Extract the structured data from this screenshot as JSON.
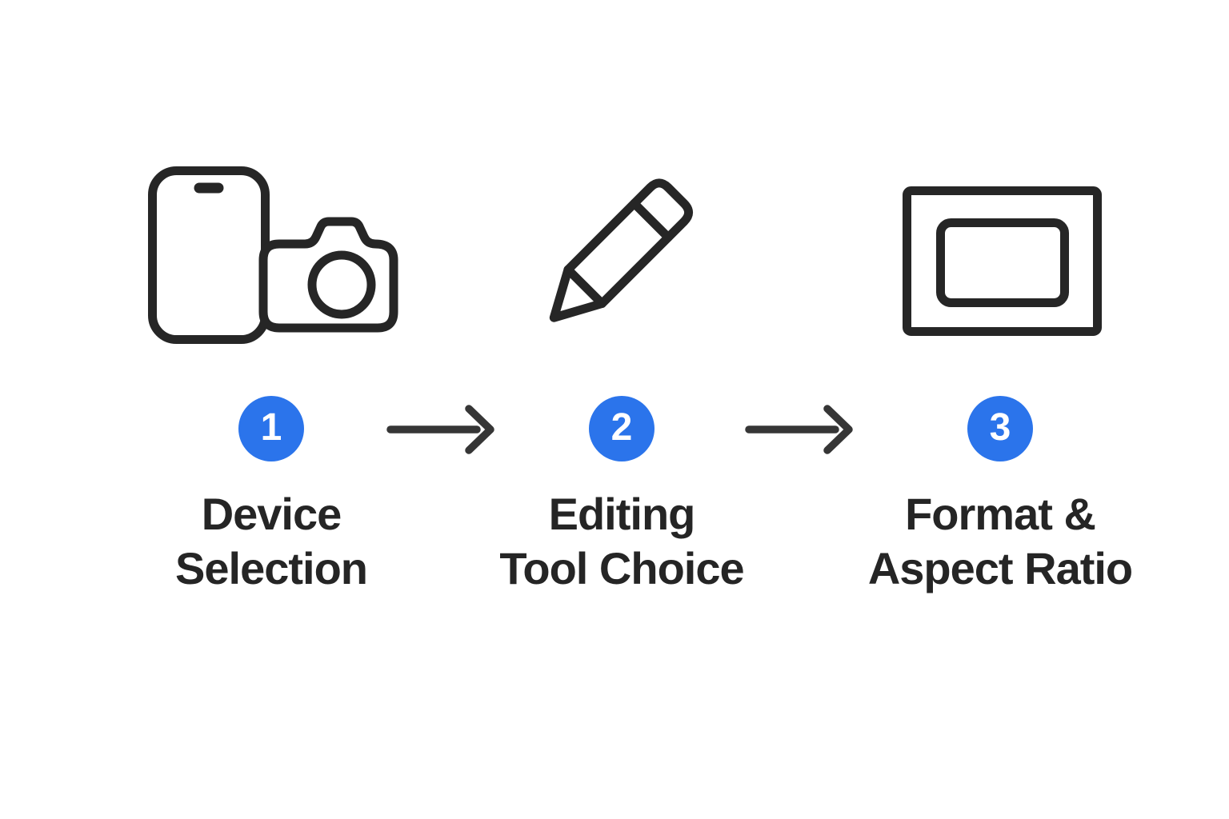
{
  "colors": {
    "background": "#ffffff",
    "accent_blue": "#2b74eb",
    "icon_stroke": "#262626",
    "arrow_color": "#363636",
    "text_color": "#252525",
    "badge_number_color": "#ffffff"
  },
  "steps": [
    {
      "number": "1",
      "lines": [
        "Device",
        "Selection"
      ],
      "icon": "phone-camera-icon"
    },
    {
      "number": "2",
      "lines": [
        "Editing",
        "Tool Choice"
      ],
      "icon": "pencil-icon"
    },
    {
      "number": "3",
      "lines": [
        "Format &",
        "Aspect Ratio"
      ],
      "icon": "picture-frame-icon"
    }
  ],
  "arrows": [
    {
      "name": "arrow-1",
      "direction": "right"
    },
    {
      "name": "arrow-2",
      "direction": "right"
    }
  ]
}
